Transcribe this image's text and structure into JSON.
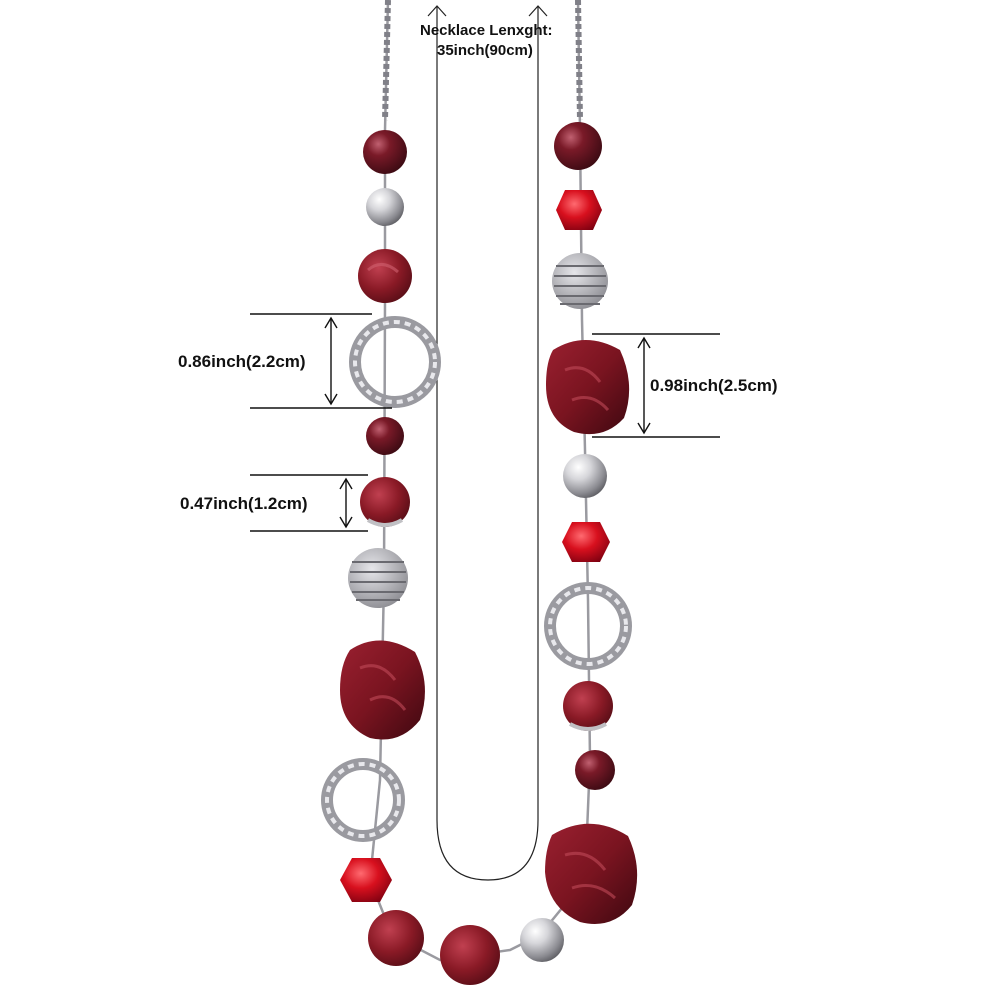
{
  "title": {
    "line1": "Necklace Lenxght:",
    "line2": "35inch(90cm)"
  },
  "measurements": {
    "ring_diameter": "0.86inch(2.2cm)",
    "pearl_diameter": "0.47inch(1.2cm)",
    "stone_height": "0.98inch(2.5cm)"
  },
  "colors": {
    "background": "#ffffff",
    "burgundy": "#7a1420",
    "crimson_crystal": "#d0101e",
    "silver": "#c8c8cc",
    "dimension_line": "#111111"
  }
}
